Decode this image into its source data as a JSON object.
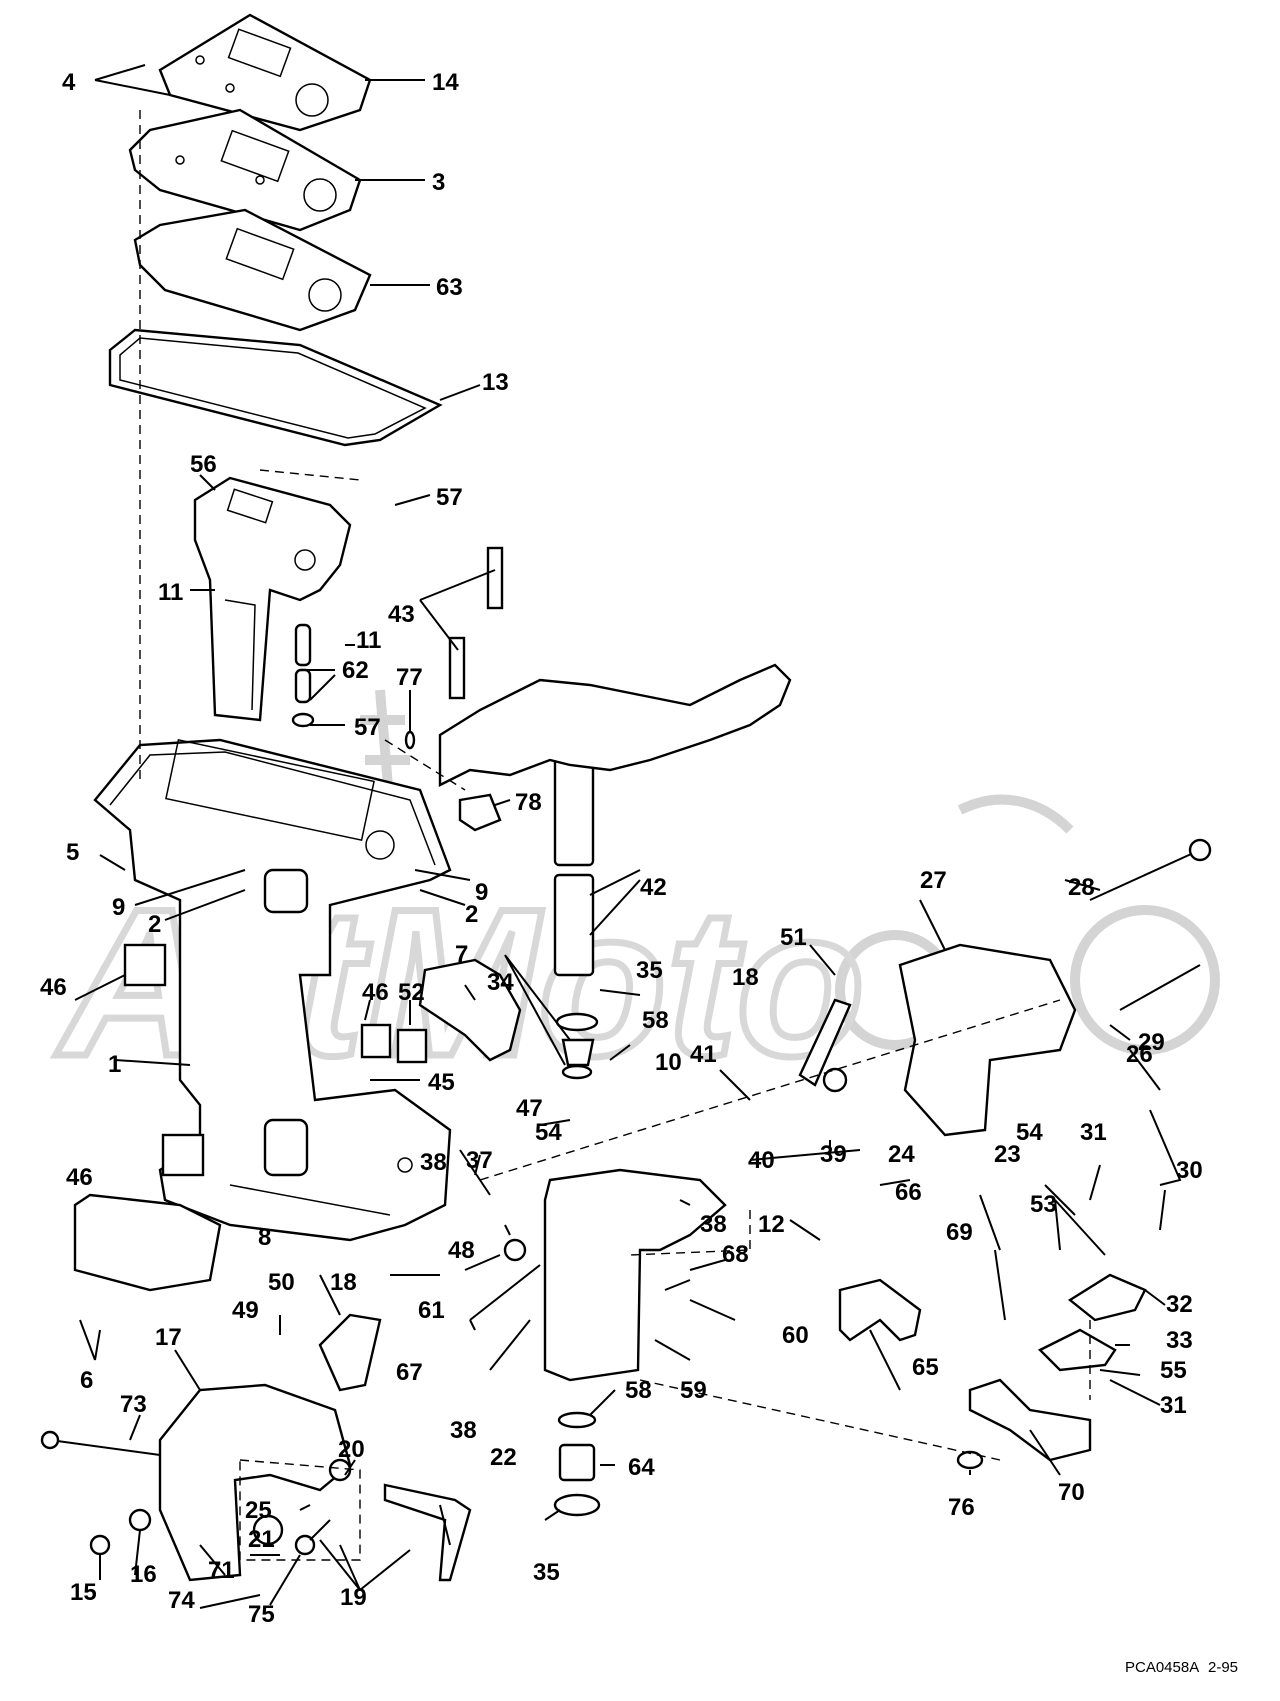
{
  "diagram": {
    "watermark_text": "ArtMoto",
    "footer_code": "PCA0458A",
    "footer_date": "2-95",
    "labels": {
      "p1": "1",
      "p2a": "2",
      "p2b": "2",
      "p3": "3",
      "p4": "4",
      "p5": "5",
      "p6": "6",
      "p7": "7",
      "p8": "8",
      "p9a": "9",
      "p9b": "9",
      "p10": "10",
      "p11a": "11",
      "p11b": "11",
      "p12": "12",
      "p13": "13",
      "p14": "14",
      "p15": "15",
      "p16": "16",
      "p17": "17",
      "p18a": "18",
      "p18b": "18",
      "p19": "19",
      "p20": "20",
      "p21": "21",
      "p22": "22",
      "p23": "23",
      "p24": "24",
      "p25": "25",
      "p26": "26",
      "p27": "27",
      "p28": "28",
      "p29": "29",
      "p30": "30",
      "p31a": "31",
      "p31b": "31",
      "p32": "32",
      "p33": "33",
      "p34": "34",
      "p35a": "35",
      "p35b": "35",
      "p37": "37",
      "p38a": "38",
      "p38b": "38",
      "p38c": "38",
      "p39": "39",
      "p40": "40",
      "p41": "41",
      "p42": "42",
      "p43": "43",
      "p45": "45",
      "p46a": "46",
      "p46b": "46",
      "p46c": "46",
      "p47": "47",
      "p48": "48",
      "p49": "49",
      "p50": "50",
      "p51": "51",
      "p52": "52",
      "p53": "53",
      "p54a": "54",
      "p54b": "54",
      "p55": "55",
      "p56": "56",
      "p57a": "57",
      "p57b": "57",
      "p58a": "58",
      "p58b": "58",
      "p59": "59",
      "p60": "60",
      "p61": "61",
      "p62": "62",
      "p63": "63",
      "p64": "64",
      "p65": "65",
      "p66": "66",
      "p67": "67",
      "p68": "68",
      "p69": "69",
      "p70": "70",
      "p71": "71",
      "p73": "73",
      "p74": "74",
      "p75": "75",
      "p76": "76",
      "p77": "77",
      "p78": "78"
    }
  }
}
